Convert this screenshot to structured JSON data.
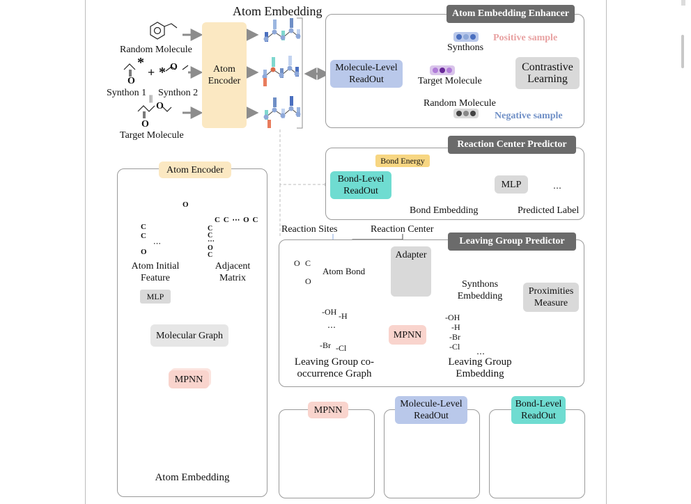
{
  "top": {
    "atom_embedding_title": "Atom Embedding",
    "random_molecule": "Random Molecule",
    "synthon1": "Synthon 1",
    "synthon2": "Synthon 2",
    "target_molecule": "Target Molecule",
    "atom_encoder_box": "Atom Encoder",
    "plus": "+",
    "star": "*",
    "equals": "||"
  },
  "enhancer": {
    "title": "Atom Embedding Enhancer",
    "readout": "Molecule-Level ReadOut",
    "synthons": "Synthons",
    "target_molecule": "Target Molecule",
    "random_molecule": "Random Molecule",
    "positive": "Positive sample",
    "negative": "Negative sample",
    "contrastive": "Contrastive Learning"
  },
  "rcp": {
    "title": "Reaction Center Predictor",
    "bond_energy": "Bond Energy",
    "bond_readout": "Bond-Level ReadOut",
    "bond_embedding": "Bond Embedding",
    "mlp": "MLP",
    "predicted_label": "Predicted Label",
    "dots": "⋯"
  },
  "mid_labels": {
    "reaction_sites": "Reaction Sites",
    "reaction_center": "Reaction Center"
  },
  "lgp": {
    "title": "Leaving Group Predictor",
    "atom": "Atom",
    "bond": "Bond",
    "adapter": "Adapter",
    "synthons_embedding": "Synthons Embedding",
    "proximities": "Proximities Measure",
    "mpnn": "MPNN",
    "co_graph": "Leaving Group co-occurrence Graph",
    "lg_embedding": "Leaving Group Embedding",
    "groups": [
      "-OH",
      "-H",
      "-Br",
      "-Cl"
    ],
    "dots": "⋯",
    "graph_labels": {
      "oh": "-OH",
      "h": "-H",
      "br": "-Br",
      "cl": "-Cl",
      "dots": "⋯"
    },
    "mol_letters": {
      "o1": "O",
      "c": "C",
      "o2": "O"
    }
  },
  "encoder": {
    "title": "Atom Encoder",
    "atom_initial_feature": "Atom Initial Feature",
    "adjacent_matrix": "Adjacent Matrix",
    "mlp": "MLP",
    "molecular_graph": "Molecular Graph",
    "mpnn": "MPNN",
    "atom_embedding": "Atom Embedding",
    "feature_rows": [
      "C",
      "C",
      "⋯",
      "O"
    ],
    "matrix_cols": "C C ⋯ O C",
    "matrix_rows": [
      "C",
      "C",
      "⋯",
      "O",
      "C"
    ],
    "o_label": "O"
  },
  "legend": {
    "mpnn": "MPNN",
    "mol_readout": "Molecule-Level ReadOut",
    "bond_readout": "Bond-Level ReadOut"
  },
  "colors": {
    "tag_gray": "#6b6b6b",
    "atom_encoder_yellow": "#fbe8c2",
    "readout_blue": "#b9c8ea",
    "bond_teal": "#6fdcd1",
    "bond_energy": "#f7d682",
    "mpnn_pink": "#f9d4cd",
    "positive": "#e8a1a1",
    "negative": "#6f8fc6",
    "node_blue": "#8ea8d8",
    "node_orange": "#d86b4a"
  }
}
